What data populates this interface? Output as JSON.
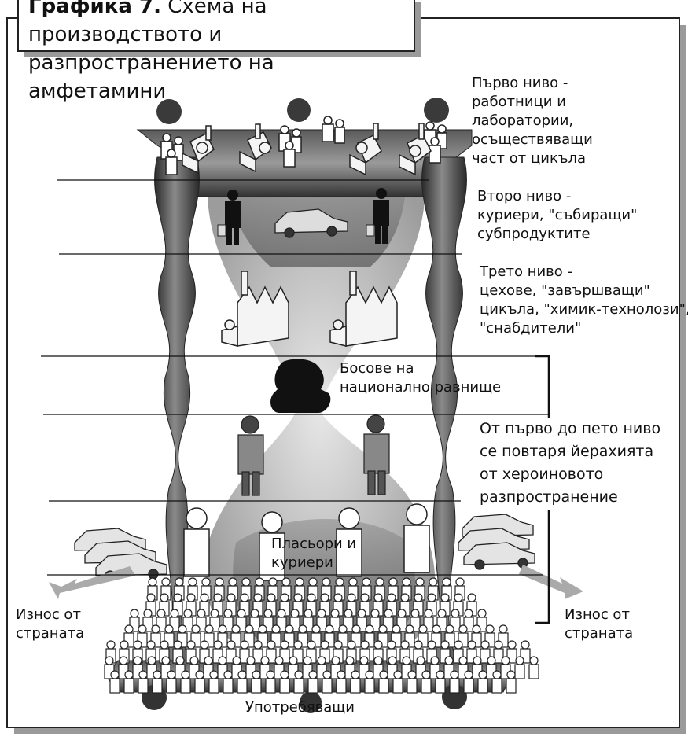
{
  "title": {
    "prefix": "Графика 7.",
    "line1": "Схема на производството и",
    "line2": "разпространението на амфетамини"
  },
  "levels": {
    "first": [
      "Първо ниво -",
      "работници и",
      "лаборатории,",
      "осъществяващи",
      "част от цикъла"
    ],
    "second": [
      "Второ ниво -",
      "куриери, \"събиращи\"",
      "субпродуктите"
    ],
    "third": [
      "Трето ниво -",
      "цехове,  \"завършващи\"",
      "цикъла, \"химик-технолози\",",
      "\"снабдители\""
    ],
    "bosses": [
      "Босове на",
      "национално равнище"
    ],
    "repeat": [
      "От първо до пето ниво",
      "се повтаря йерахията",
      "от хероиновото",
      "разпространение"
    ],
    "dealers": [
      "Пласьори и",
      "куриери"
    ],
    "export_left": [
      "Износ от",
      "страната"
    ],
    "export_right": [
      "Износ от",
      "страната"
    ],
    "consumers": "Употребяващи"
  }
}
